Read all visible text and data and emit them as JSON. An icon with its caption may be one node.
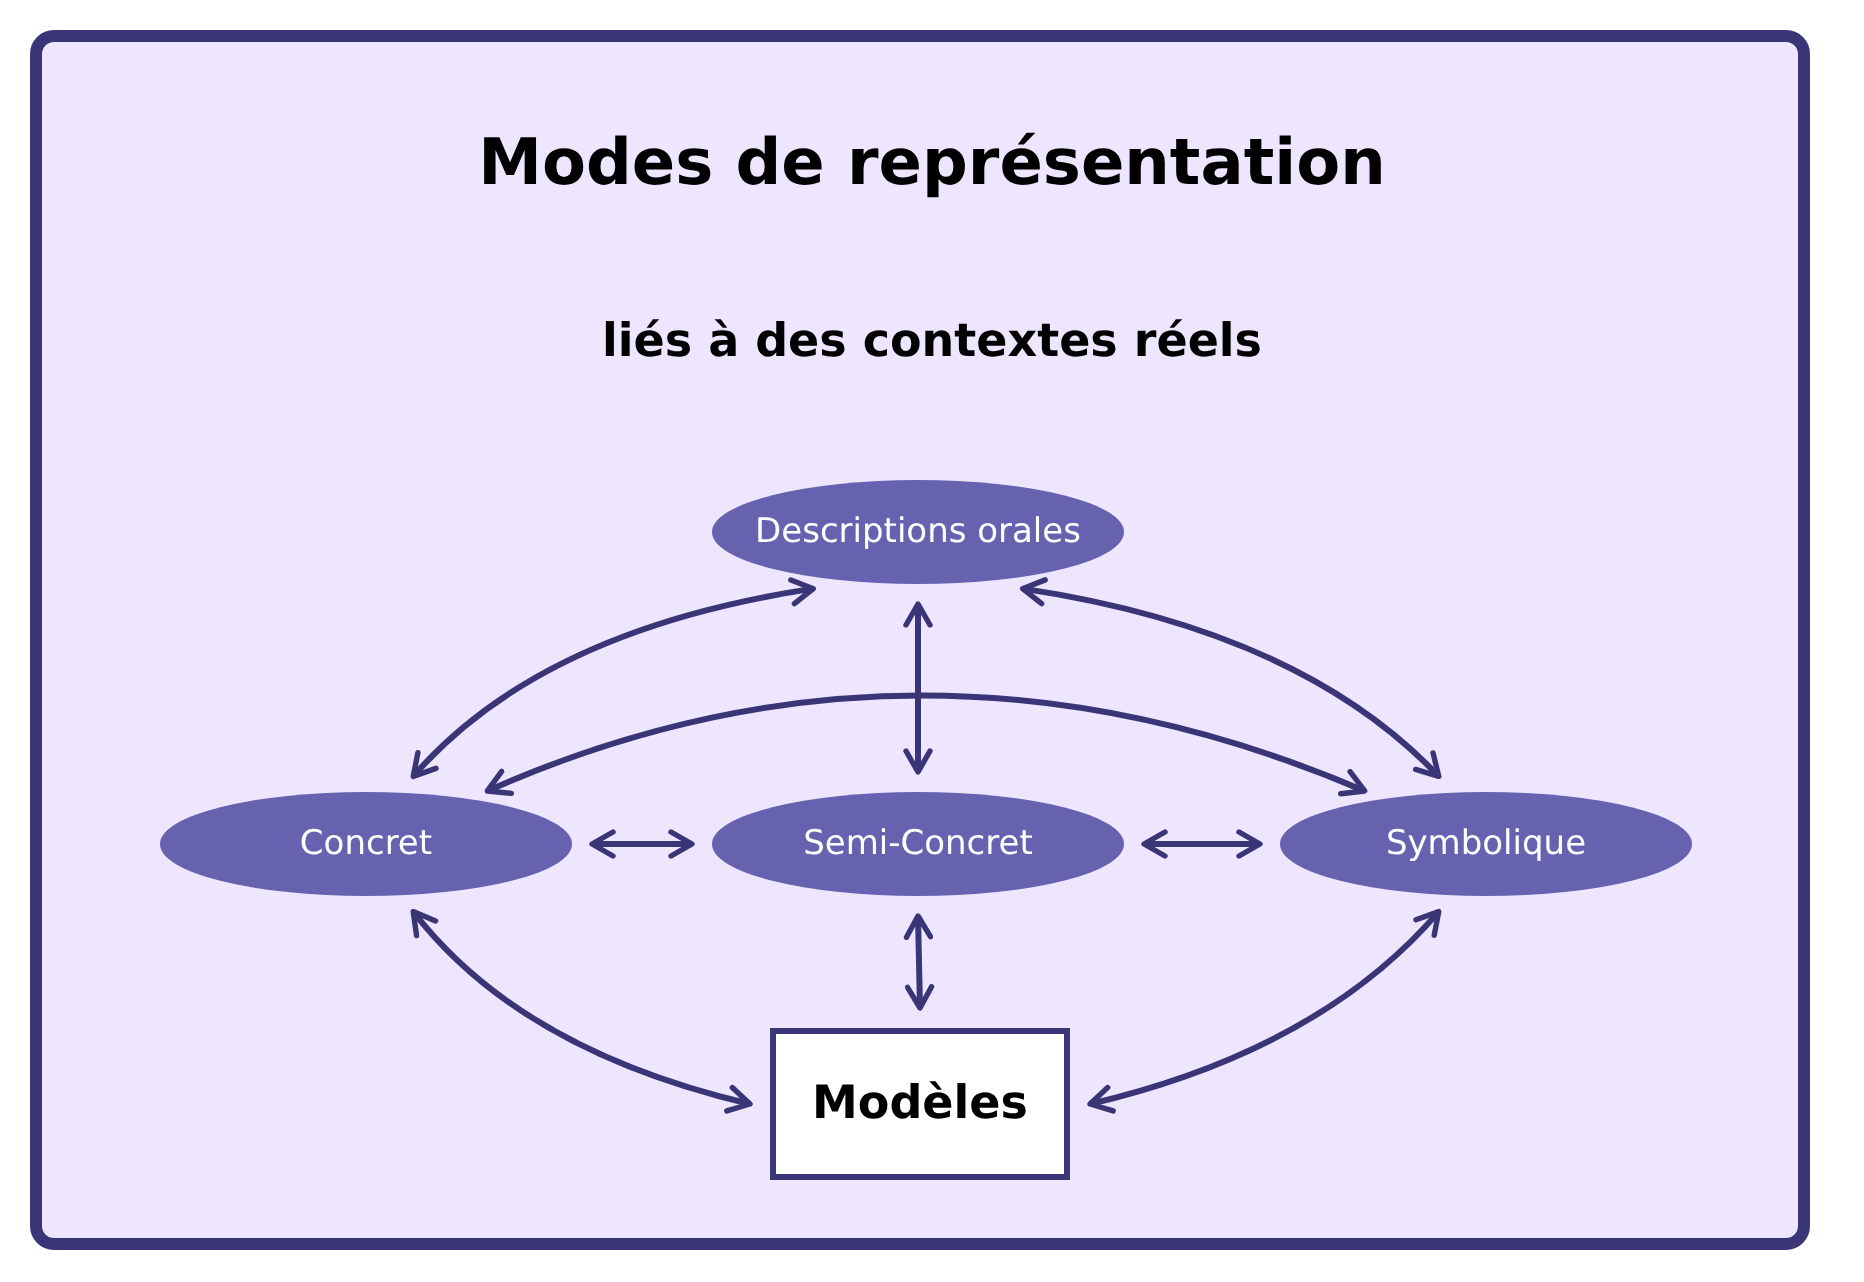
{
  "diagram": {
    "title": "Modes de représentation",
    "nodes": [
      {
        "text": [
          "Descriptions orales"
        ]
      },
      {
        "text": [
          "Concret"
        ]
      },
      {
        "text": [
          "Semi-Concret"
        ]
      },
      {
        "text": [
          "Symbolique"
        ]
      },
      {
        "text": [
          "Modèles"
        ]
      }
    ],
    "edges": [
      {
        "from": 0,
        "to": 1,
        "arrow": "both"
      },
      {
        "from": 0,
        "to": 3,
        "arrow": "both"
      },
      {
        "from": 0,
        "to": 2,
        "arrow": "both"
      },
      {
        "from": 1,
        "to": 3,
        "arrow": "both"
      },
      {
        "from": 1,
        "to": 2,
        "arrow": "both"
      },
      {
        "from": 2,
        "to": 3,
        "arrow": "both"
      },
      {
        "from": 2,
        "to": 4,
        "arrow": "both"
      },
      {
        "from": 1,
        "to": 4,
        "arrow": "both"
      },
      {
        "from": 3,
        "to": 4,
        "arrow": "both"
      }
    ],
    "labels": [
      "liés à des contextes réels"
    ]
  }
}
